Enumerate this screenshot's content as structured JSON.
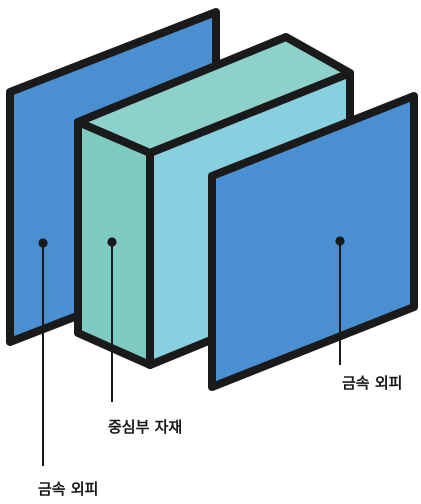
{
  "labels": {
    "left_skin": "금속 외피",
    "core": "중심부 자재",
    "right_skin": "금속 외피"
  },
  "colors": {
    "metal_skin": "#4a8fd1",
    "core_front": "#7ecbc2",
    "core_top": "#8dd1cc",
    "core_side": "#86d0e0",
    "outline": "#1a1a1a",
    "background": "#ffffff"
  }
}
